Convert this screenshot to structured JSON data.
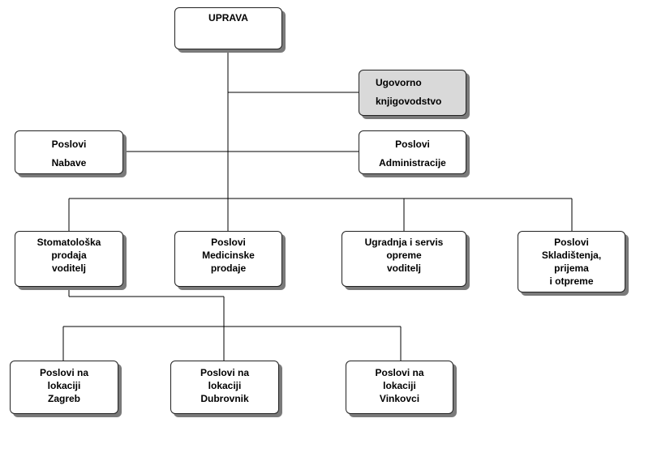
{
  "nodes": {
    "uprava": {
      "lines": [
        "UPRAVA"
      ]
    },
    "ugovorno": {
      "lines": [
        "Ugovorno",
        "knjigovodstvo"
      ]
    },
    "nabave": {
      "lines": [
        "Poslovi",
        "Nabave"
      ]
    },
    "administracije": {
      "lines": [
        "Poslovi",
        "Administracije"
      ]
    },
    "stomatoloska": {
      "lines": [
        "Stomatološka",
        "prodaja",
        "voditelj"
      ]
    },
    "medicinske": {
      "lines": [
        "Poslovi",
        "Medicinske",
        "prodaje"
      ]
    },
    "ugradnja": {
      "lines": [
        "Ugradnja i servis",
        "opreme",
        "voditelj"
      ]
    },
    "skladistenja": {
      "lines": [
        "Poslovi",
        "Skladištenja,",
        "prijema",
        "i otpreme"
      ]
    },
    "zagreb": {
      "lines": [
        "Poslovi na",
        "lokaciji",
        "Zagreb"
      ]
    },
    "dubrovnik": {
      "lines": [
        "Poslovi na",
        "lokaciji",
        "Dubrovnik"
      ]
    },
    "vinkovci": {
      "lines": [
        "Poslovi na",
        "lokaciji",
        "Vinkovci"
      ]
    }
  },
  "colors": {
    "box_fill": "#ffffff",
    "box_fill_shaded": "#d9d9d9",
    "shadow": "#7a7a7a",
    "line": "#000000"
  }
}
